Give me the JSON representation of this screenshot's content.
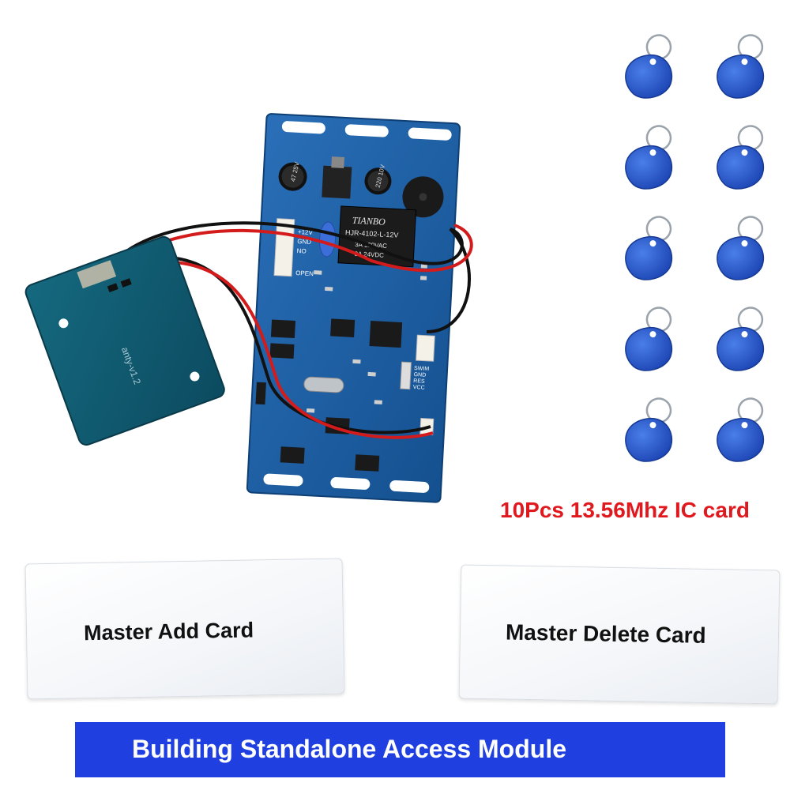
{
  "caption": {
    "text": "10Pcs 13.56Mhz IC card",
    "color": "#e0191f"
  },
  "cards": [
    {
      "label": "Master Add Card"
    },
    {
      "label": "Master Delete Card"
    }
  ],
  "banner": {
    "text": "Building Standalone Access Module",
    "color": "#1f3fe0"
  },
  "board": {
    "color": "#1a5fa8",
    "relay_brand": "TIANBO",
    "relay_model": "HJR-4102-L-12V",
    "relay_rating_1": "3A 120VAC",
    "relay_rating_2": "3A 24VDC",
    "cap_1": "47 25V",
    "cap_2": "220 10V",
    "pins_1": [
      "+12V",
      "GND",
      "NO"
    ],
    "pin_open": "OPEN",
    "pins_2": [
      "SWIM",
      "GND",
      "RES",
      "VCC"
    ]
  },
  "antenna": {
    "label": "anty-v1.2",
    "color": "#0f5a77"
  },
  "keyfob": {
    "count": 10,
    "color": "#2456c8"
  }
}
